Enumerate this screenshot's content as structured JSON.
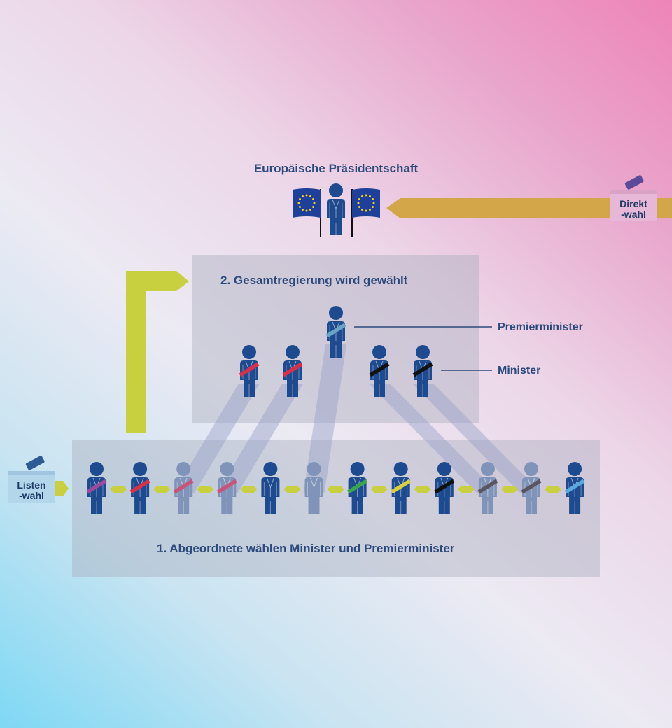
{
  "title": "Europäische Präsidentschaft",
  "direct_vote_label": "Direkt\n-wahl",
  "list_vote_label": "Listen\n-wahl",
  "step2_label": "2.   Gesamtregierung wird gewählt",
  "step1_label": "1.   Abgeordnete wählen Minister und Premierminister",
  "premier_label": "Premierminister",
  "minister_label": "Minister",
  "colors": {
    "figure": "#1e4a8f",
    "figure_faded": "#7f94b8",
    "arrow_gold": "#d4a64a",
    "arrow_lime": "#c8d040",
    "eu_blue": "#1e3f9a",
    "eu_star": "#f5d020",
    "box_pink": "#e6b7d6",
    "box_blue": "#b4d6ea",
    "ballot_purple": "#5b4a9a"
  },
  "deputies": [
    {
      "sash": "#9b4a9c",
      "faded": false
    },
    {
      "sash": "#d8304a",
      "faded": false
    },
    {
      "sash": "#c9547a",
      "faded": true
    },
    {
      "sash": "#c9547a",
      "faded": true
    },
    {
      "sash": "none",
      "faded": false
    },
    {
      "sash": "none",
      "faded": true
    },
    {
      "sash": "#37a64a",
      "faded": false
    },
    {
      "sash": "#d8d040",
      "faded": false
    },
    {
      "sash": "#111111",
      "faded": false
    },
    {
      "sash": "#5a5560",
      "faded": true
    },
    {
      "sash": "#5a5560",
      "faded": true
    },
    {
      "sash": "#5aa8e0",
      "faded": false
    }
  ],
  "ministers": [
    {
      "sash": "#d8304a"
    },
    {
      "sash": "#d8304a"
    },
    {
      "sash": "#111111"
    },
    {
      "sash": "#111111"
    }
  ],
  "premier": {
    "sash": "#6aa5c8"
  }
}
